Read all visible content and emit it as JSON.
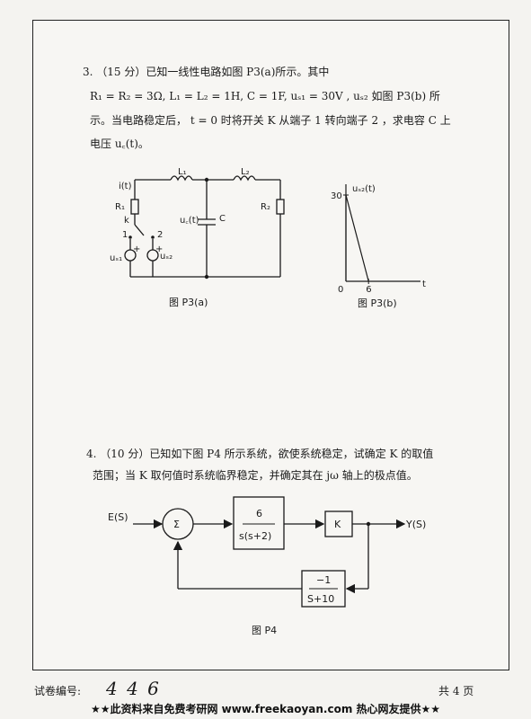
{
  "watermarks": {
    "cn": "免费考研网",
    "en": "www.freekaoyan.com"
  },
  "problem3": {
    "line1": "3.   （15 分）已知一线性电路如图 P3(a)所示。其中",
    "line2": "R₁ = R₂ = 3Ω, L₁ = L₂ = 1H, C = 1F, uₛ₁ = 30V , uₛ₂ 如图  P3(b) 所",
    "line3": "示。当电路稳定后，  t = 0 时将开关 K 从端子 1 转向端子 2 ，求电容 C 上",
    "line4": "电压 u꜀(t)。"
  },
  "circuit_a": {
    "caption": "图  P3(a)",
    "labels": {
      "it": "i(t)",
      "R1": "R₁",
      "k": "k",
      "t1": "1",
      "t2": "2",
      "us1": "uₛ₁",
      "us2": "uₛ₂",
      "L1": "L₁",
      "L2": "L₂",
      "uc": "u꜀(t)",
      "C": "C",
      "R2": "R₂",
      "plus1": "+",
      "plus2": "+"
    }
  },
  "chart_b": {
    "caption": "图  P3(b)",
    "ylabel": "uₛ₂(t)",
    "xlabel": "t",
    "origin": "0",
    "ytick": "30",
    "xtick": "6"
  },
  "chart_data": {
    "type": "line",
    "title": "",
    "xlabel": "t",
    "ylabel": "uₛ₂(t)",
    "x": [
      0,
      0,
      6
    ],
    "y": [
      0,
      30,
      0
    ],
    "xticks": [
      0,
      6
    ],
    "yticks": [
      30
    ]
  },
  "problem4": {
    "line1": "4.   （10 分）已知如下图 P4 所示系统，欲使系统稳定，试确定 K 的取值",
    "line2": "范围；当 K 取何值时系统临界稳定，并确定其在 jω 轴上的极点值。"
  },
  "block_diagram": {
    "caption": "图 P4",
    "input": "E(S)",
    "output": "Y(S)",
    "sum": "Σ",
    "g_num": "6",
    "g_den": "s(s+2)",
    "k": "K",
    "h_num": "−1",
    "h_den": "S+10"
  },
  "footer": {
    "label": "试卷编号:",
    "number": "4 4 6",
    "page": "共  4  页"
  },
  "bottom_banner": "★★此资料来自免费考研网 www.freekaoyan.com 热心网友提供★★"
}
